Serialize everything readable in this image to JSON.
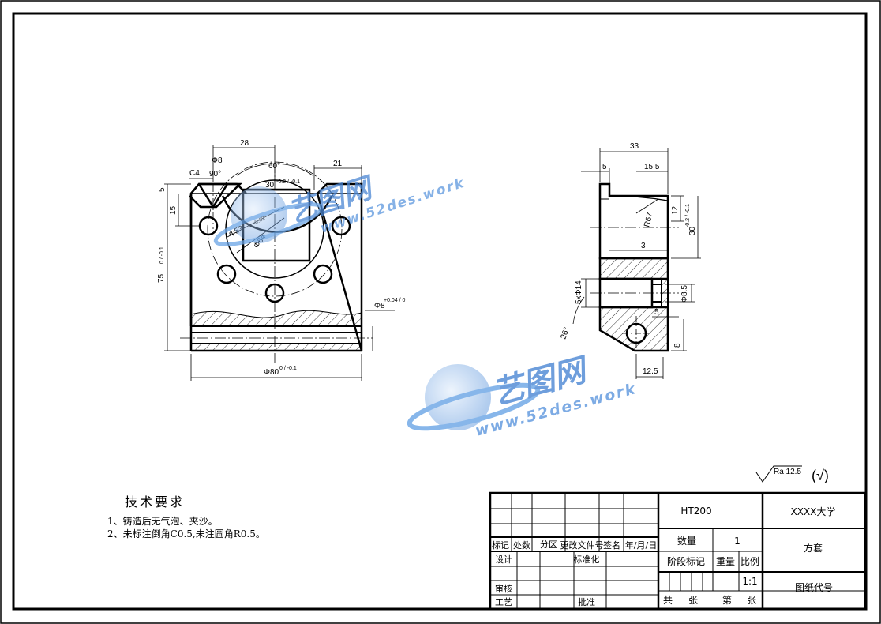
{
  "drawing": {
    "front_view": {
      "dims": {
        "d28": "28",
        "d8": "Φ8",
        "d60": "60°",
        "d21": "21",
        "c4": "C4",
        "a90": "90°",
        "d5": "5",
        "d15": "15",
        "d30": "30",
        "d30tol": "-0.2 / -0.1",
        "d53": "Φ53",
        "d53tol": "-0.02",
        "d64": "Φ64",
        "d75": "75",
        "d75tol": "0 / -0.1",
        "d8b": "Φ8",
        "d8btol": "+0.04 / 0",
        "d80": "Φ80",
        "d80tol": "0 / -0.1"
      }
    },
    "side_view": {
      "dims": {
        "d33": "33",
        "d5": "5",
        "d15_5": "15.5",
        "r67": "R67",
        "d12": "12",
        "d30": "30",
        "d30tol": "-0.2 / -0.1",
        "d3": "3",
        "holes": "5xΦ14",
        "d8_5": "Φ8.5",
        "d5b": "5",
        "a26": "26°",
        "d8": "8",
        "d12_5": "12.5"
      }
    }
  },
  "watermark": {
    "brand": "艺图网",
    "url": "www.52des.work"
  },
  "roughness": {
    "value": "Ra 12.5",
    "symbol": "(√)"
  },
  "tech_requirements": {
    "title": "技术要求",
    "items": [
      "1、铸造后无气泡、夹沙。",
      "2、未标注倒角C0.5,未注圆角R0.5。"
    ]
  },
  "title_block": {
    "material": "HT200",
    "school": "XXXX大学",
    "part_name": "方套",
    "quantity_label": "数量",
    "quantity_value": "1",
    "stage_label": "阶段标记",
    "weight_label": "重量",
    "scale_label": "比例",
    "scale_value": "1:1",
    "drawing_no_label": "图纸代号",
    "total_label": "共",
    "sheets_label": "张",
    "page_label": "第",
    "page_sheets_label": "张",
    "row_mark": "标记",
    "row_count": "处数",
    "row_zone": "分区",
    "row_docno": "更改文件号",
    "row_sign": "签名",
    "row_date": "年/月/日",
    "design": "设计",
    "standard": "标准化",
    "review": "审核",
    "process": "工艺",
    "approve": "批准"
  },
  "colors": {
    "line": "#000000",
    "watermark": "#4a86d4",
    "watermark_light": "#9ec4ee"
  }
}
